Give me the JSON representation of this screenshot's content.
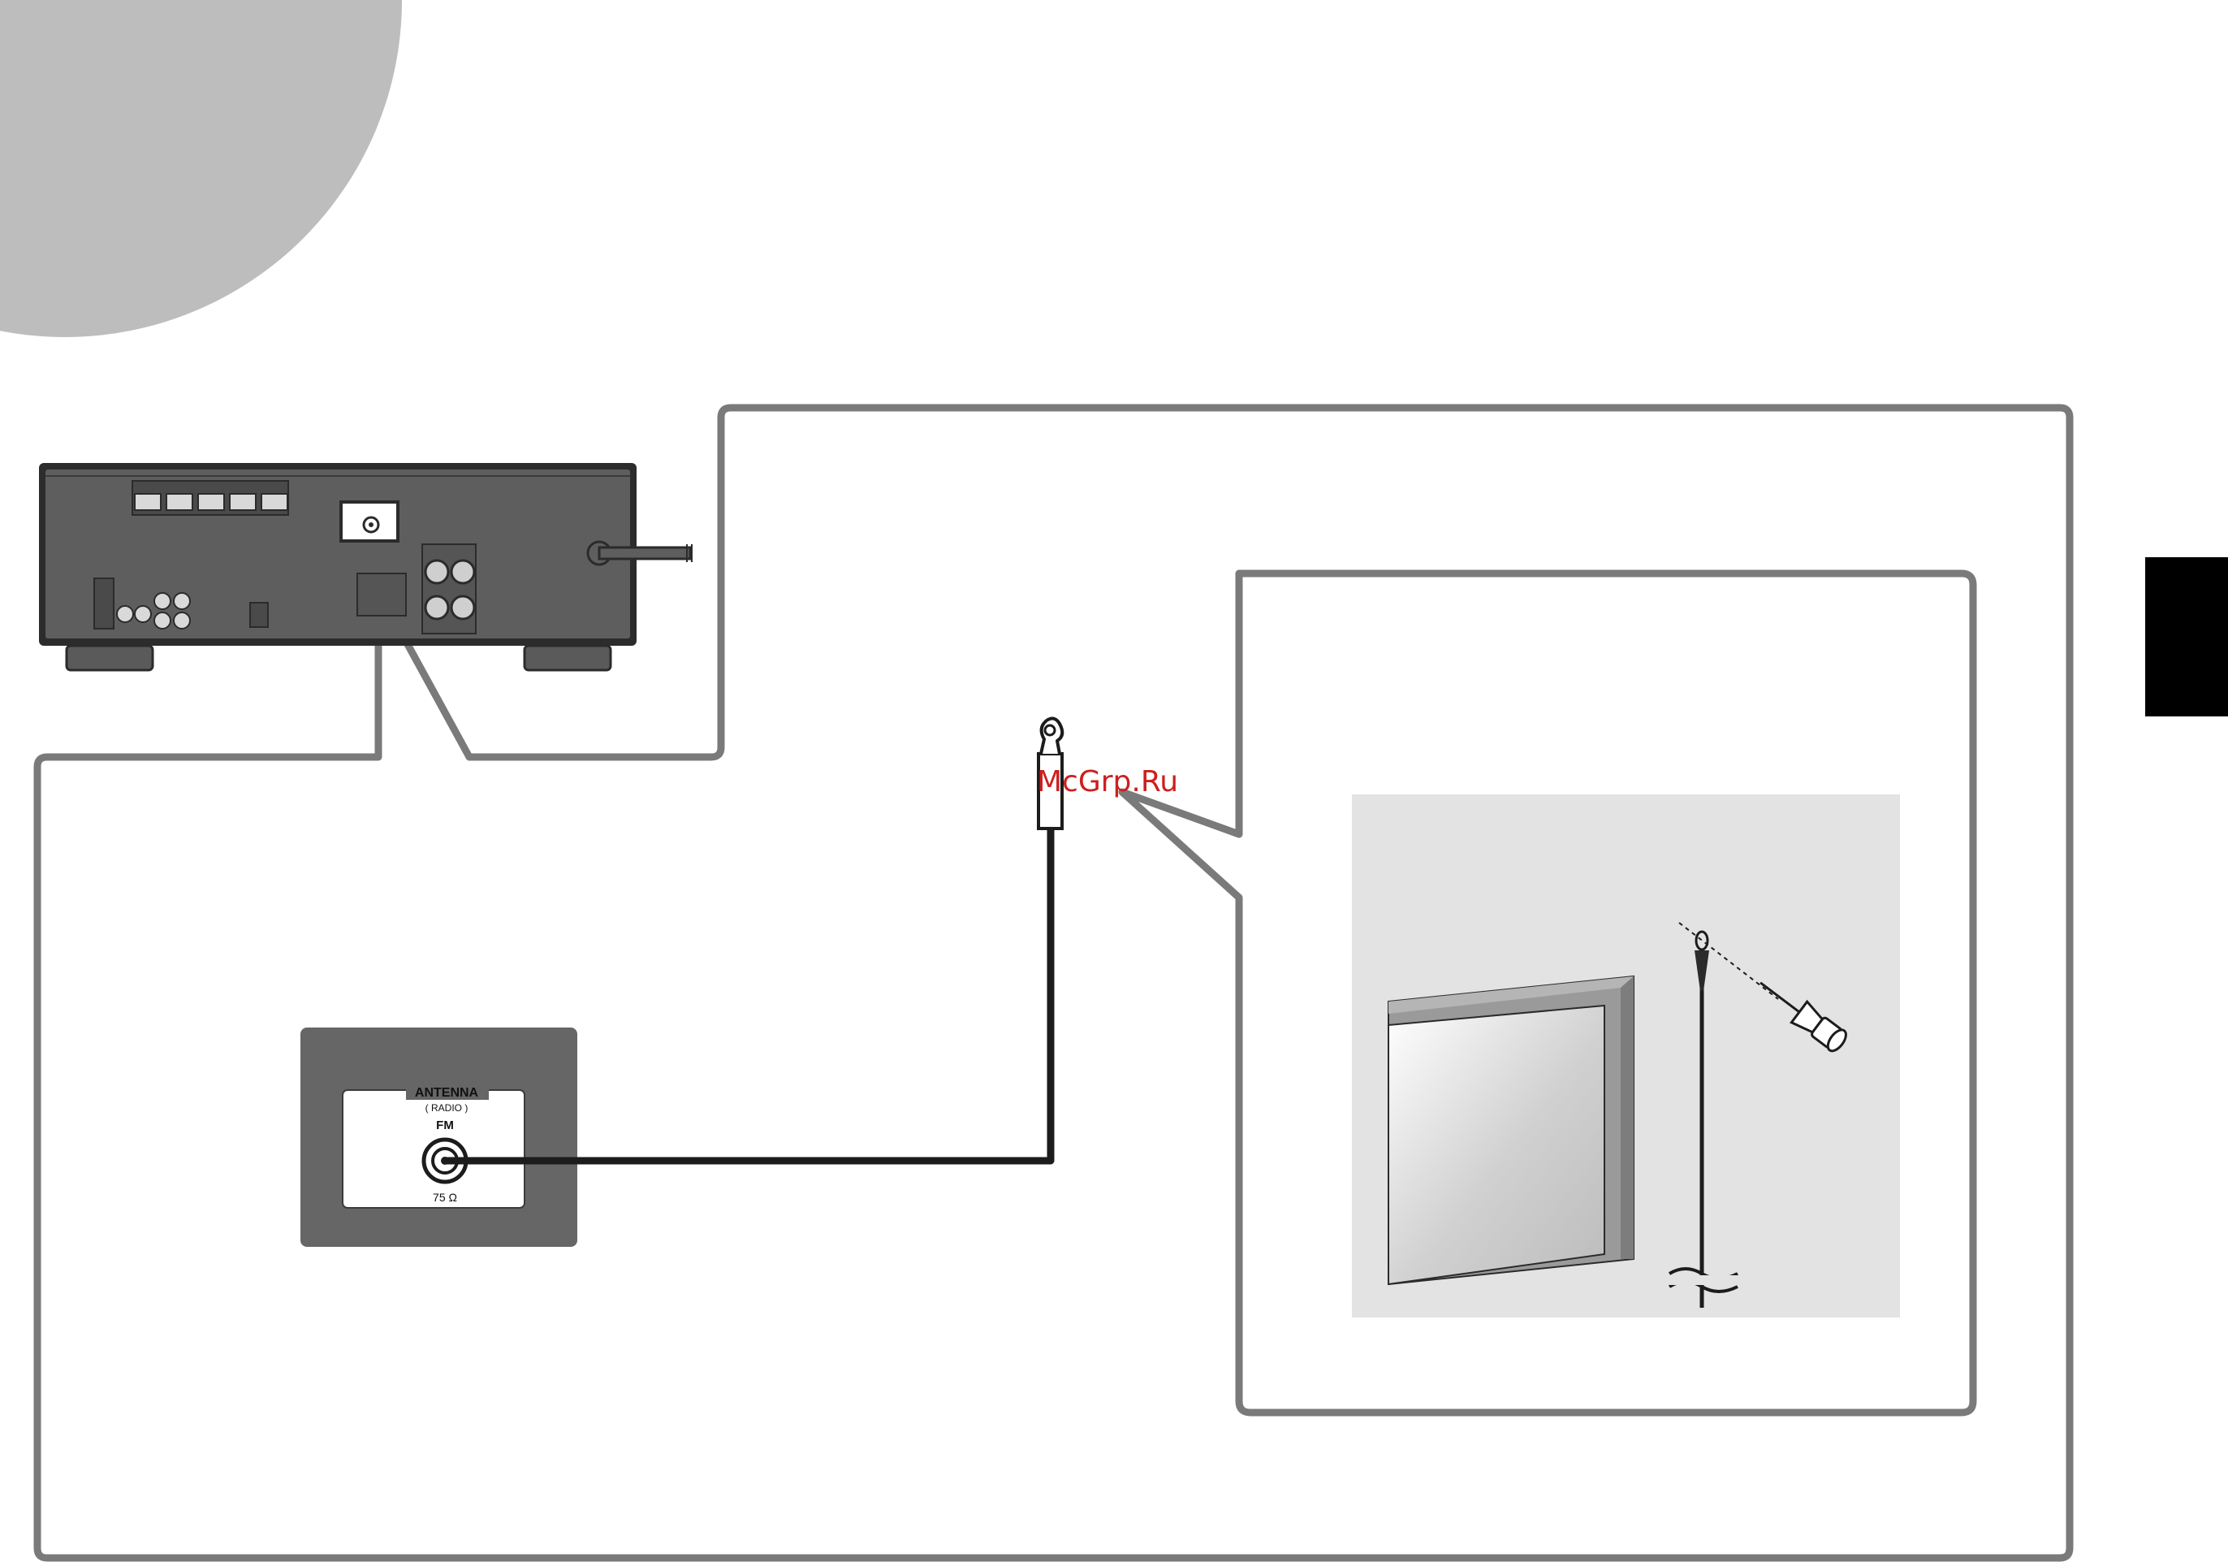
{
  "antenna_jack": {
    "title": "ANTENNA",
    "subtitle": "( RADIO )",
    "band": "FM",
    "impedance": "75 Ω"
  },
  "watermark": "McGrp.Ru",
  "colors": {
    "frame": "#7a7a7a",
    "panel_dark": "#666666",
    "receiver_body": "#5e5e5e",
    "inset_bg": "#e3e3e3",
    "watermark": "#cc1f1f",
    "page_tab": "#000000",
    "corner_circle": "#bdbdbd"
  }
}
